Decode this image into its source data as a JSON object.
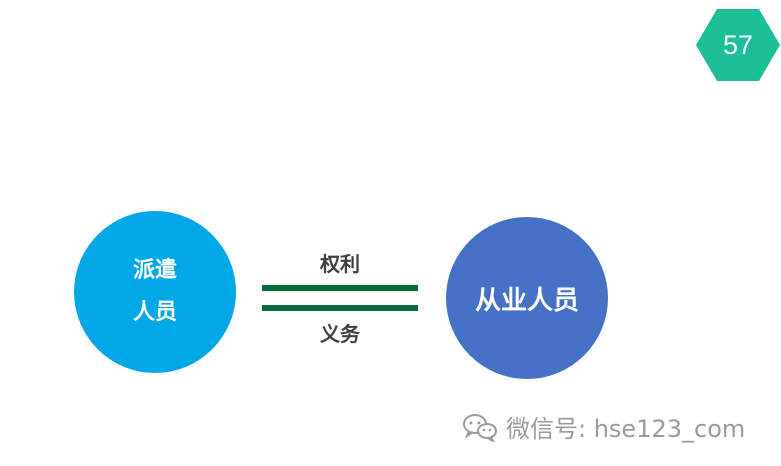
{
  "page_number": "57",
  "left_circle": {
    "line1": "派遣",
    "line2": "人员"
  },
  "right_circle": {
    "text": "从业人员"
  },
  "relation": {
    "top_label": "权利",
    "bottom_label": "义务"
  },
  "watermark": {
    "text": "微信号: hse123_com",
    "icon": "wechat-icon"
  },
  "colors": {
    "badge": "#1dbf98",
    "left_circle": "#00a8e8",
    "right_circle": "#4471c4",
    "bars": "#0a6b3a"
  }
}
